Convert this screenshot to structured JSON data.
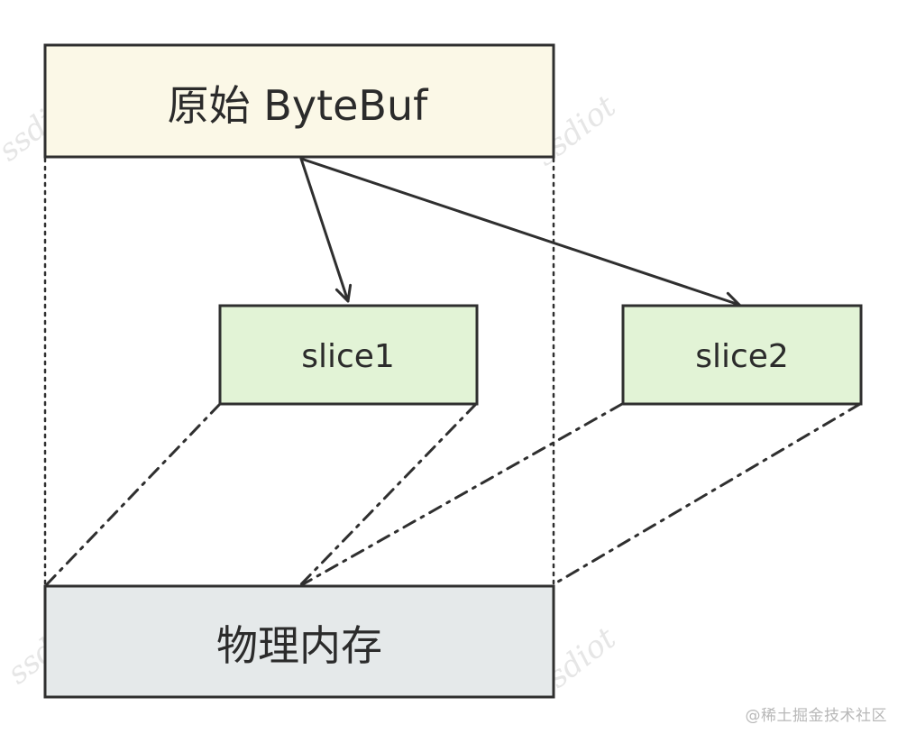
{
  "diagram": {
    "original_label": "原始 ByteBuf",
    "slice1_label": "slice1",
    "slice2_label": "slice2",
    "memory_label": "物理内存"
  },
  "colors": {
    "original_fill": "#fbf8e7",
    "slice_fill": "#e2f3d6",
    "memory_fill": "#e5e9ea",
    "stroke": "#2f2f2f",
    "watermark": "#e6e6e6"
  },
  "footer": {
    "source": "@稀土掘金技术社区"
  }
}
